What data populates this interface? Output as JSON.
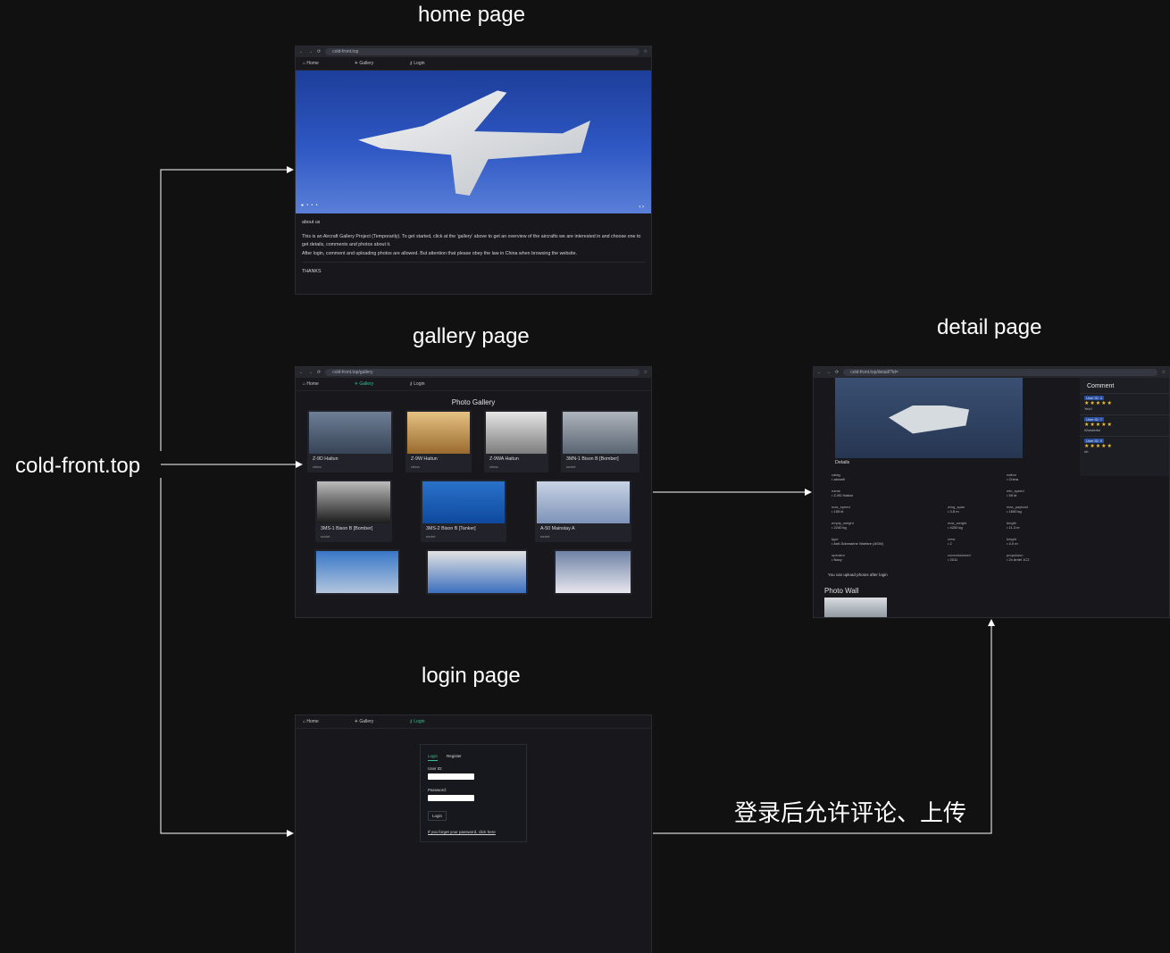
{
  "titles": {
    "home": "home page",
    "gallery": "gallery page",
    "detail": "detail page",
    "login": "login page"
  },
  "root": "cold-front.top",
  "note": "登录后允许评论、上传",
  "urls": {
    "home": "cold-front.top",
    "gallery": "cold-front.top/gallery",
    "detail": "cold-front.top/detail/?id="
  },
  "nav": {
    "home": "Home",
    "gallery": "Gallery",
    "login": "Login"
  },
  "home": {
    "about_title": "about us",
    "about_text_1": "This is an Aircraft Gallery Project (Temporarily). To get started, click at the 'gallery' above to get an overview of the aircrafts we are interested in and choose one to get details, comments and photos about it.",
    "about_text_2": "After login, comment and uploading photos are allowed. But attention that please obey the law in China when browsing the website.",
    "thanks": "THANKS"
  },
  "gallery": {
    "title": "Photo Gallery",
    "row1": [
      {
        "name": "Z-9D Haitun",
        "origin": "china"
      },
      {
        "name": "Z-9W Haitun",
        "origin": "china"
      },
      {
        "name": "Z-9WA Haitun",
        "origin": "china"
      },
      {
        "name": "3MN-1 Bison B [Bomber]",
        "origin": "soviet"
      }
    ],
    "row2": [
      {
        "name": "3MS-1 Bison B [Bomber]",
        "origin": "soviet"
      },
      {
        "name": "3MS-2 Bison B [Tanker]",
        "origin": "soviet"
      },
      {
        "name": "A-50 Mainstay A",
        "origin": "soviet"
      }
    ]
  },
  "detail": {
    "comment_title": "Comment",
    "comments": [
      {
        "user": "User ID: 4",
        "stars": "★★★★★",
        "text": "Yes!!"
      },
      {
        "user": "User ID: 7",
        "stars": "★★★★★",
        "text": "Wonderful"
      },
      {
        "user": "User ID: 9",
        "stars": "★★★★★",
        "text": "nb"
      }
    ],
    "details_title": "Details",
    "fields": [
      {
        "k": "catag",
        "v": "aircraft"
      },
      {
        "k": "nation",
        "v": "China"
      },
      {
        "k": "name",
        "v": "Z-9D Haitun"
      },
      {
        "k": "min_speed",
        "v": "55 kt"
      },
      {
        "k": "max_speed",
        "v": "155 kt"
      },
      {
        "k": "wing_span",
        "v": "3.8 m"
      },
      {
        "k": "max_payload",
        "v": "1600 kg"
      },
      {
        "k": "empty_weight",
        "v": "2240 kg"
      },
      {
        "k": "max_weight",
        "v": "4250 kg"
      },
      {
        "k": "length",
        "v": "11.3 m"
      },
      {
        "k": "type",
        "v": "Anti-Submarine Warfare (ASW)"
      },
      {
        "k": "crew",
        "v": "2"
      },
      {
        "k": "height",
        "v": "4.0 m"
      },
      {
        "k": "operator",
        "v": "Navy"
      },
      {
        "k": "commissioned",
        "v": "2011"
      },
      {
        "k": "propulsion",
        "v": "2x Arriel 1C2"
      }
    ],
    "upload_note": "You can upload photos after login",
    "photo_wall": "Photo Wall"
  },
  "login": {
    "tab_login": "Login",
    "tab_register": "Register",
    "user_id": "User ID:",
    "password": "Password:",
    "button": "Login",
    "forgot": "If you forget your password, click here"
  }
}
